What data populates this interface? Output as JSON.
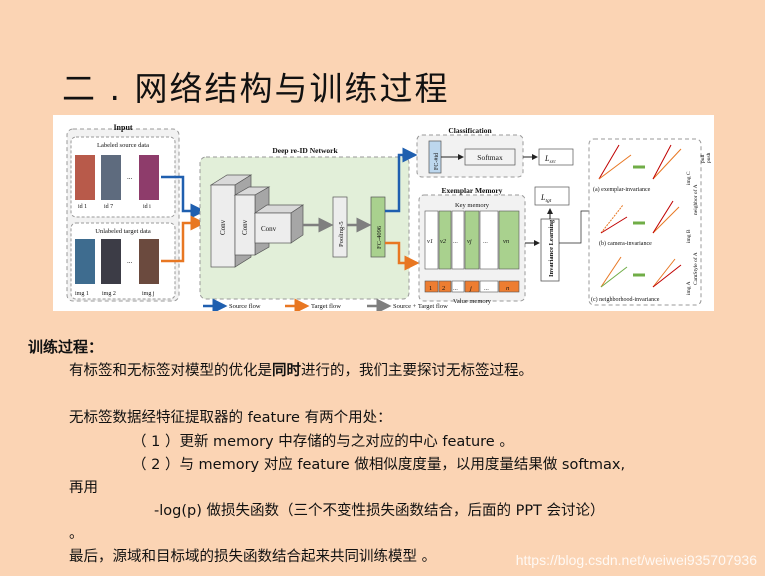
{
  "slide": {
    "title": "二 . 网络结构与训练过程"
  },
  "figure": {
    "input_title": "Input",
    "labeled_title": "Labeled source data",
    "labeled_ids": [
      "id 1",
      "id 7",
      "...",
      "id i"
    ],
    "unlabeled_title": "Unlabeled target data",
    "unlabeled_imgs": [
      "img 1",
      "img 2",
      "...",
      "img j"
    ],
    "network_title": "Deep re-ID Network",
    "conv1": "Conv",
    "conv2": "Conv",
    "conv3": "Conv",
    "pooling": "Pooling-5",
    "fc4096": "FC-4096",
    "classification_title": "Classification",
    "fcsrc": "FC-#id",
    "softmax": "Softmax",
    "l_src": "L",
    "l_src_sub": "src",
    "exemplar_title": "Exemplar Memory",
    "key_memory": "Key memory",
    "value_memory": "Value memory",
    "key_cells": [
      "v1",
      "v2",
      "...",
      "vj",
      "...",
      "vn"
    ],
    "value_cells": [
      "1",
      "2",
      "...",
      "j",
      "...",
      "n"
    ],
    "invariance": "Invariance Learning",
    "l_tgt": "L",
    "l_tgt_sub": "tgt",
    "cap_a": "(a) exemplar-invariance",
    "cap_b": "(b) camera-invariance",
    "cap_c": "(c) neighborhood-invariance",
    "side_img_c": "img C",
    "side_img_b": "img B",
    "side_img_a": "img A",
    "side_neighbor": "neighbor of A",
    "side_camstyle": "CamStyle of A",
    "pull": "pull",
    "push": "push",
    "legend_source": "Source flow",
    "legend_target": "Target flow",
    "legend_both": "Source + Target flow",
    "colors": {
      "source": "#1F5FAF",
      "target": "#E87722",
      "both": "#7F7F7F",
      "green": "#A9D18E",
      "orange_cell": "#ED7D31"
    }
  },
  "body": {
    "section_label": "训练过程：",
    "p1_pre": "有标签和无标签对模型的优化是",
    "p1_bold": "同时",
    "p1_post": "进行的，我们主要探讨无标签过程。",
    "p2": "无标签数据经特征提取器的 feature 有两个用处：",
    "p3": "（ 1 ）更新 memory 中存储的与之对应的中心 feature 。",
    "p4": "（ 2 ）与 memory 对应 feature 做相似度度量，以用度量结果做 softmax,",
    "p4_cont": "再用",
    "p5": "-log(p) 做损失函数（三个不变性损失函数结合，后面的 PPT 会讨论）",
    "p5_cont": "。",
    "p6": "最后，源域和目标域的损失函数结合起来共同训练模型 。"
  },
  "watermark": "https://blog.csdn.net/weiwei935707936"
}
